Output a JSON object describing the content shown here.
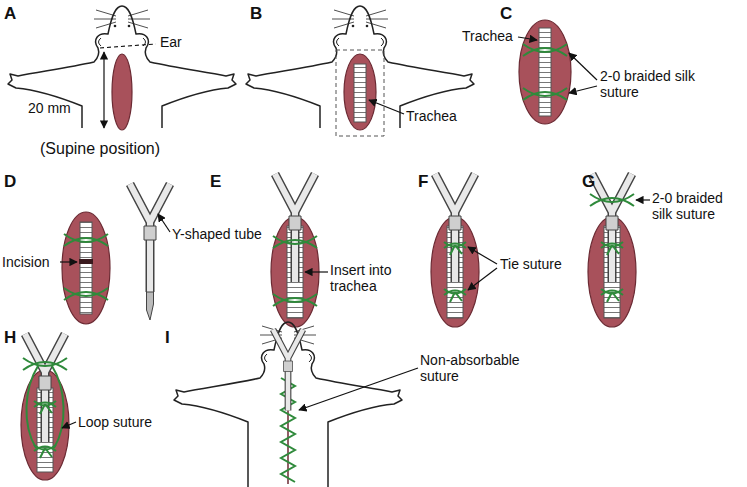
{
  "diagram": {
    "labels": [
      "A",
      "Ear",
      "20 mm",
      "(Supine position)",
      "B",
      "Trachea",
      "C",
      "Trachea",
      "2-0 braided silk suture",
      "D",
      "Y-shaped tube",
      "Incision",
      "E",
      "Insert into trachea",
      "F",
      "Tie suture",
      "G",
      "2-0 braided silk suture",
      "H",
      "Loop suture",
      "I",
      "Non-absorbable suture"
    ]
  }
}
